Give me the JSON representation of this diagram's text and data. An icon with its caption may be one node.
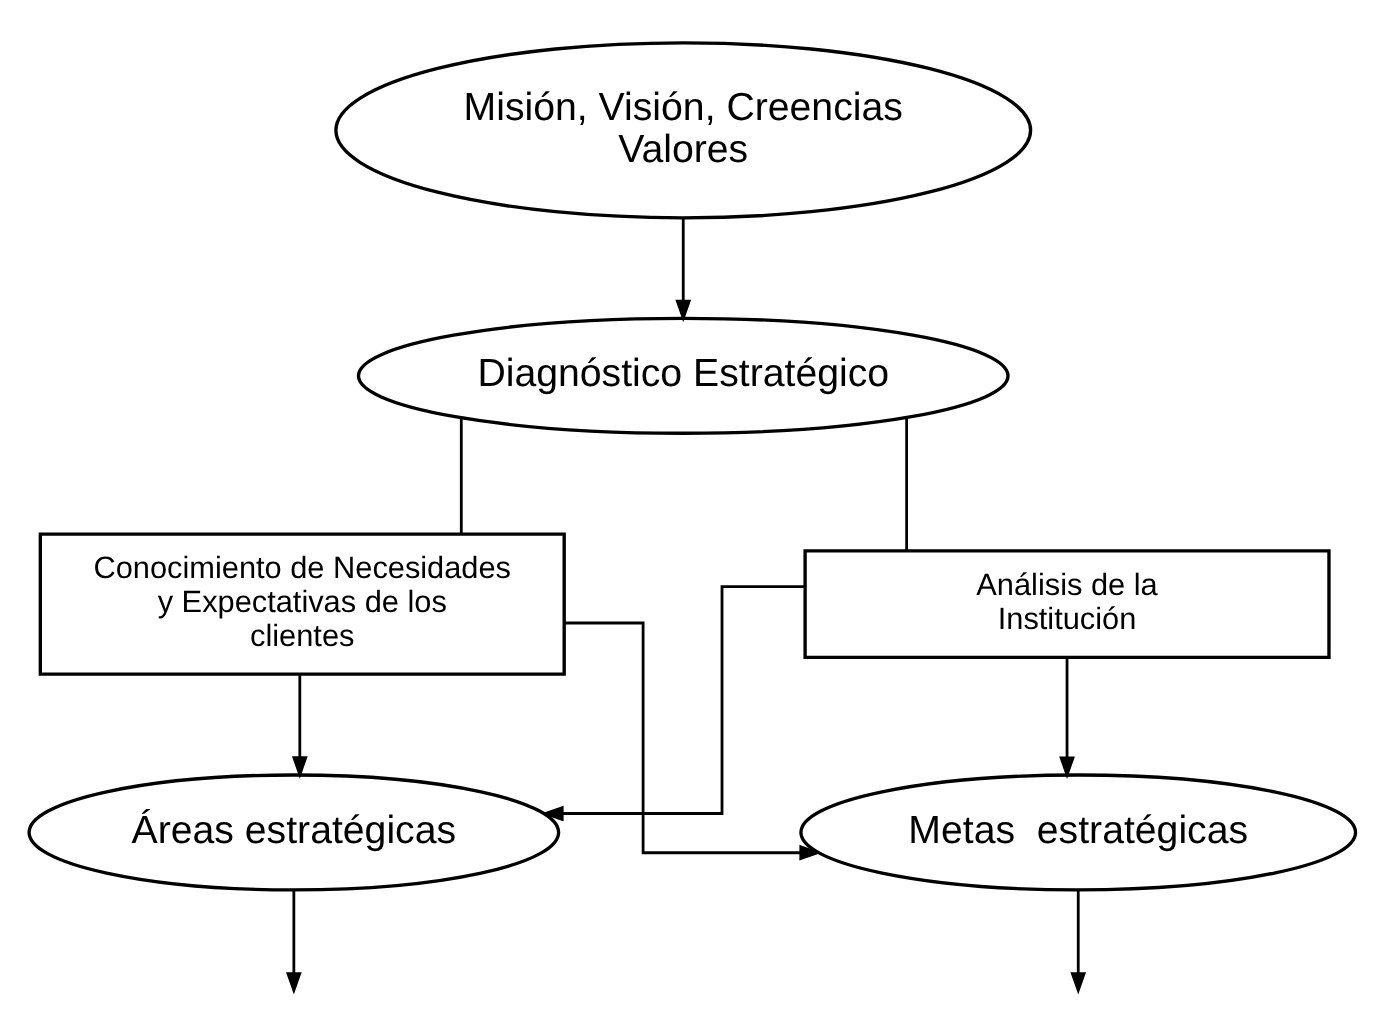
{
  "diagram": {
    "nodes": [
      {
        "text": [
          "Misión, Visión, Creencias Valores"
        ]
      },
      {
        "text": [
          "Diagnóstico Estratégico"
        ]
      },
      {
        "text": [
          "Conocimiento de Necesidades y Expectativas de los clientes"
        ]
      },
      {
        "text": [
          "Análisis de la Institución"
        ]
      },
      {
        "text": [
          "Áreas estratégicas"
        ]
      },
      {
        "text": [
          "Metas  estratégicas"
        ]
      }
    ],
    "edges": [
      {
        "from": 0,
        "to": 1,
        "arrow": "to"
      },
      {
        "from": 1,
        "to": 2,
        "arrow": "none"
      },
      {
        "from": 1,
        "to": 3,
        "arrow": "none"
      },
      {
        "from": 2,
        "to": 4,
        "arrow": "to"
      },
      {
        "from": 2,
        "to": 5,
        "arrow": "to"
      },
      {
        "from": 3,
        "to": 4,
        "arrow": "to"
      },
      {
        "from": 3,
        "to": 5,
        "arrow": "to"
      },
      {
        "from": 4,
        "to": null,
        "arrow": "to"
      },
      {
        "from": 5,
        "to": null,
        "arrow": "to"
      }
    ]
  }
}
